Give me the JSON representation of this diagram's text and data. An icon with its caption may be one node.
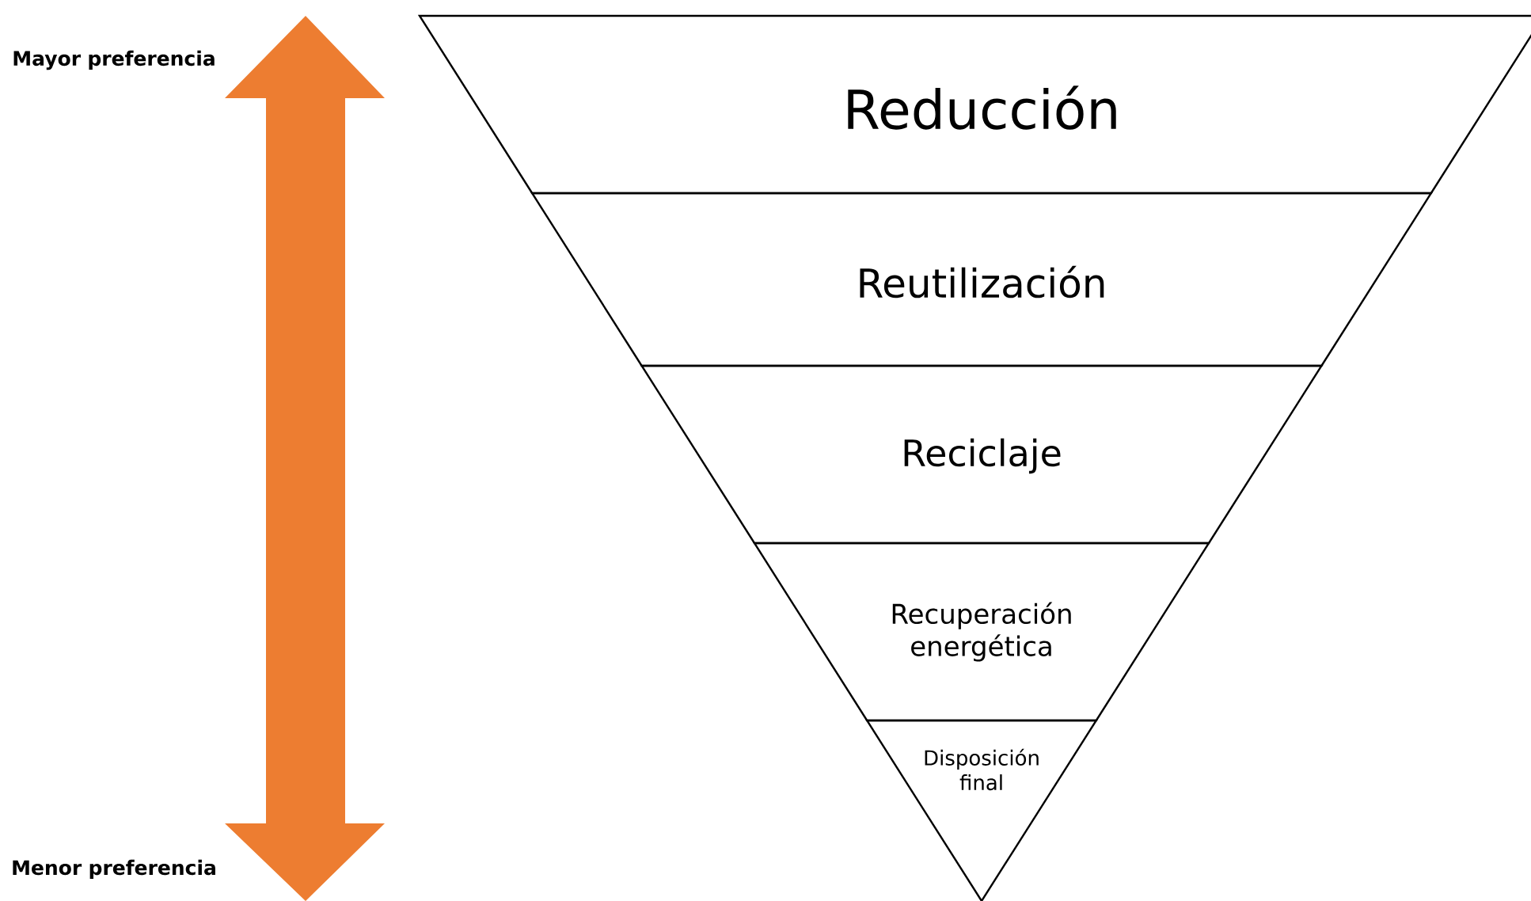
{
  "diagram": {
    "nodes": [
      {
        "text": [
          "Reducción"
        ]
      },
      {
        "text": [
          "Reutilización"
        ]
      },
      {
        "text": [
          "Reciclaje"
        ]
      },
      {
        "text": [
          "Recuperación energética"
        ]
      },
      {
        "text": [
          "Disposición final"
        ]
      }
    ],
    "labels": [
      "Mayor preferencia",
      "Menor preferencia"
    ]
  }
}
